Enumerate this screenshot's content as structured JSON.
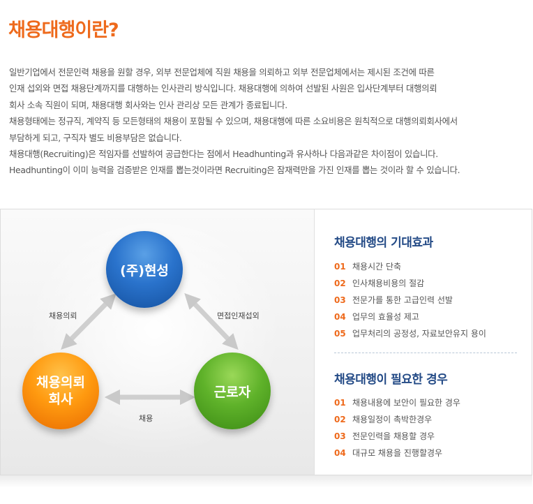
{
  "title": "채용대행이란?",
  "description": [
    "일반기업에서 전문인력 채용을 원할 경우, 외부 전문업체에 직원 채용을 의뢰하고 외부 전문업체에서는 제시된 조건에 따른",
    "인재 섭외와 면접 채용단계까지를 대행하는 인사관리 방식입니다. 채용대행에 의하여 선발된 사원은 입사단계부터 대행의뢰",
    "회사 소속 직원이 되며, 채용대행 회사와는 인사 관리상 모든 관계가 종료됩니다.",
    "채용형태에는 정규직, 계약직 등 모든형태의 채용이 포함될 수 있으며, 채용대행에 따른 소요비용은 원칙적으로 대행의뢰회사에서",
    "부담하게 되고, 구직자 별도 비용부담은 없습니다.",
    "채용대행(Recruiting)은 적임자를 선발하여 공급한다는 점에서 Headhunting과 유사하나 다음과같은 차이점이 있습니다.",
    "Headhunting이 이미 능력을 검증받은 인재를 뽑는것이라면 Recruiting은 잠재력만을 가진 인재를 뽑는 것이라 할 수 있습니다."
  ],
  "diagram": {
    "company": "(주)현성",
    "client_line1": "채용의뢰",
    "client_line2": "회사",
    "worker": "근로자",
    "edge_request": "채용의뢰",
    "edge_interview": "면접인재섭외",
    "edge_hire": "채용",
    "colors": {
      "company": "#2a73cc",
      "client": "#ff9a10",
      "worker": "#5fb22a"
    }
  },
  "effects": {
    "title": "채용대행의 기대효과",
    "items": [
      {
        "num": "01",
        "text": "채용시간 단축"
      },
      {
        "num": "02",
        "text": "인사채용비용의 절감"
      },
      {
        "num": "03",
        "text": "전문가를 통한 고급인력 선발"
      },
      {
        "num": "04",
        "text": "업무의 효율성 제고"
      },
      {
        "num": "05",
        "text": "업무처리의 공정성, 자료보안유지 용이"
      }
    ]
  },
  "needs": {
    "title": "채용대행이 필요한 경우",
    "items": [
      {
        "num": "01",
        "text": "채용내용에 보안이 필요한 경우"
      },
      {
        "num": "02",
        "text": "채용일정이 촉박한경우"
      },
      {
        "num": "03",
        "text": "전문인력을 채용할 경우"
      },
      {
        "num": "04",
        "text": "대규모 채용을 진행할경우"
      }
    ]
  },
  "accent_color": "#ee6a1c",
  "heading_color": "#234a86"
}
